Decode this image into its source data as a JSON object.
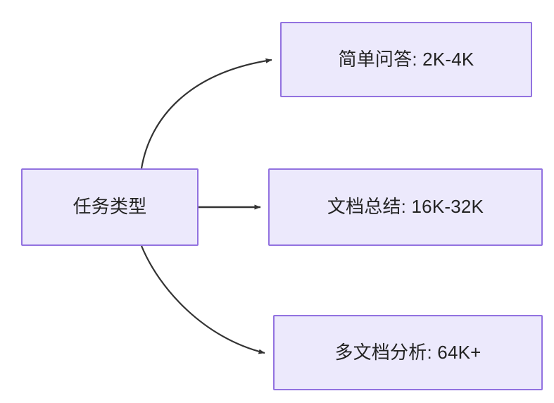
{
  "diagram": {
    "type": "flowchart",
    "direction": "left-to-right",
    "background_color": "#ffffff",
    "node_fill_color": "#ece9fc",
    "node_border_color": "#9272e0",
    "node_text_color": "#232323",
    "edge_color": "#333333",
    "root": {
      "id": "task-type",
      "label": "任务类型"
    },
    "branches": [
      {
        "id": "simple-qa",
        "label": "简单问答: 2K-4K",
        "edge_style": "curved"
      },
      {
        "id": "doc-summary",
        "label": "文档总结: 16K-32K",
        "edge_style": "straight"
      },
      {
        "id": "multi-doc",
        "label": "多文档分析: 64K+",
        "edge_style": "curved"
      }
    ],
    "edges": [
      {
        "from": "task-type",
        "to": "simple-qa",
        "arrow": "arrowhead-icon"
      },
      {
        "from": "task-type",
        "to": "doc-summary",
        "arrow": "arrowhead-icon"
      },
      {
        "from": "task-type",
        "to": "multi-doc",
        "arrow": "arrowhead-icon"
      }
    ]
  }
}
